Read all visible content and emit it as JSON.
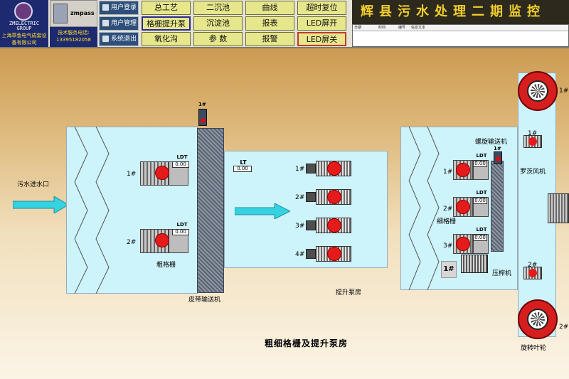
{
  "header": {
    "logo_text": "ZMELECTRIC GROUP",
    "company_name": "上海章鱼电气成套设备有限公司",
    "username": "zmpass",
    "service_label": "技术服务电话:",
    "service_phone": "13395182058",
    "system_buttons": [
      {
        "label": "用户登录",
        "icon": "login-icon"
      },
      {
        "label": "用户管理",
        "icon": "user-manage-icon"
      },
      {
        "label": "系统退出",
        "icon": "exit-icon"
      }
    ],
    "nav_rows": [
      [
        "总工艺",
        "二沉池",
        "曲线",
        "超时复位"
      ],
      [
        "格栅提升泵",
        "沉淀池",
        "报表",
        "LED屏开"
      ],
      [
        "氧化沟",
        "参 数",
        "报警",
        "LED屏关"
      ]
    ],
    "title": "辉县污水处理二期监控",
    "alarm_table_columns": [
      "日期",
      "时间",
      "编号",
      "信息文本"
    ]
  },
  "diagram": {
    "inlet_label": "污水进水口",
    "coarse_screen_label": "粗格栅",
    "belt_conveyor_label": "皮带输送机",
    "pump_room_label": "提升泵房",
    "fine_screen_label": "细格栅",
    "screw_conveyor_label": "螺旋输送机",
    "roots_blower_label": "罗茨风机",
    "compactor_label": "压榨机",
    "rotor_label": "旋转叶轮",
    "ldt_label": "LDT",
    "ldt_value": "0.00",
    "lt_label": "LT",
    "lt_value": "0.00",
    "sensor_label": "1#",
    "coarse_units": [
      "1#",
      "2#"
    ],
    "pumps": [
      "1#",
      "2#",
      "3#",
      "4#"
    ],
    "fine_units": [
      "1#",
      "2#",
      "3#"
    ],
    "compactor_unit": "1#",
    "blower_units": [
      "1#",
      "2#"
    ],
    "wheel_units": [
      "1#",
      "2#"
    ]
  },
  "footer": {
    "caption": "粗细格栅及提升泵房"
  },
  "colors": {
    "water": "#cdf3fb",
    "arrow": "#35d2e0",
    "alarm_red": "#e51b1b",
    "button_yellow": "#e6e68c",
    "title_text": "#f2ce2e",
    "title_bg": "#2d2a1d"
  }
}
